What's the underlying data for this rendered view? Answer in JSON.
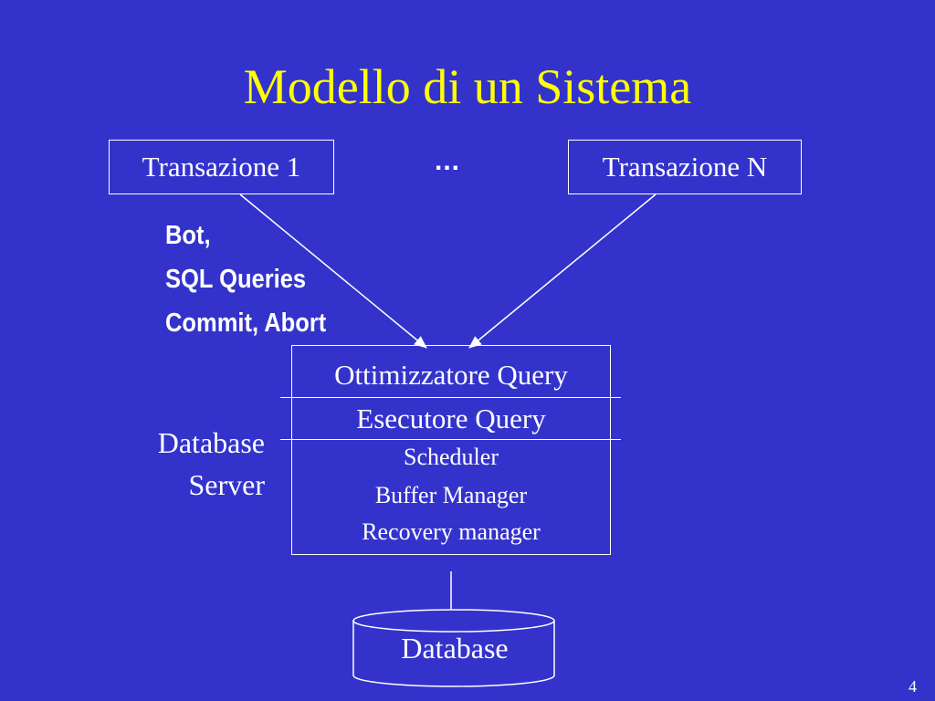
{
  "slide": {
    "title": "Modello di un Sistema",
    "transactions": {
      "first": "Transazione 1",
      "ellipsis": "...",
      "last": "Transazione N"
    },
    "operations": [
      "Bot,",
      "SQL Queries",
      "Commit, Abort"
    ],
    "server_label": [
      "Database",
      "Server"
    ],
    "server_layers": {
      "optimizer": "Ottimizzatore Query",
      "executor": "Esecutore Query",
      "scheduler": "Scheduler",
      "buffer_manager": "Buffer Manager",
      "recovery_manager": "Recovery manager"
    },
    "database": "Database",
    "page_number": "4"
  },
  "colors": {
    "background": "#3333cc",
    "title": "#ffff00",
    "text": "#ffffff",
    "lines": "#ffffff"
  }
}
